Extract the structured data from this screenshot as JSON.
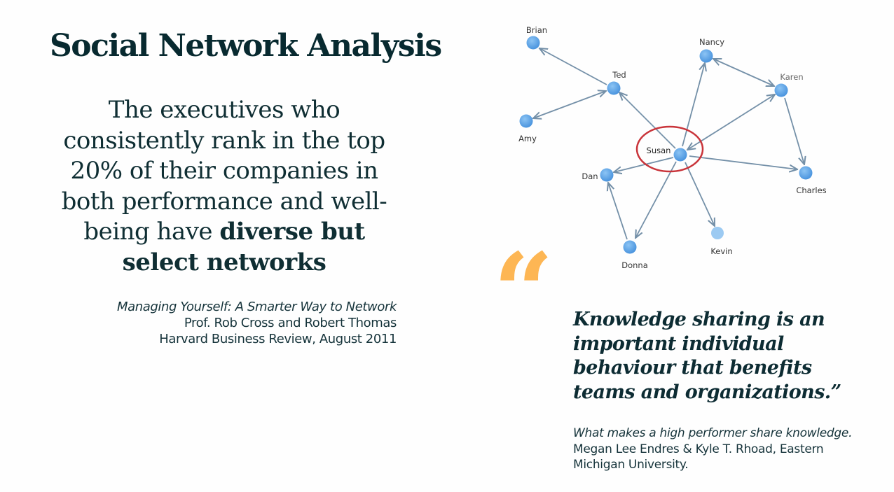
{
  "slide": {
    "title": "Social Network Analysis",
    "background_color": "#fefefe",
    "text_color": "#0f2e33",
    "accent_color": "#fdb654"
  },
  "main_quote": {
    "text_regular": "The executives who consistently rank in the top 20% of their companies in both performance and well-being have ",
    "text_bold": "diverse but select networks"
  },
  "main_citation": {
    "article_title": "Managing Yourself: A Smarter Way to Network",
    "authors": "Prof. Rob Cross and Robert Thomas",
    "publication": "Harvard Business Review, August 2011"
  },
  "network_diagram": {
    "highlight_node": "Susan",
    "highlight_color": "#c9343a",
    "node_color": "#5aa3e6",
    "edge_color": "#7490a8",
    "nodes": [
      {
        "id": "Brian",
        "label": "Brian"
      },
      {
        "id": "Ted",
        "label": "Ted"
      },
      {
        "id": "Amy",
        "label": "Amy"
      },
      {
        "id": "Nancy",
        "label": "Nancy"
      },
      {
        "id": "Karen",
        "label": "Karen"
      },
      {
        "id": "Susan",
        "label": "Susan"
      },
      {
        "id": "Dan",
        "label": "Dan"
      },
      {
        "id": "Charles",
        "label": "Charles"
      },
      {
        "id": "Donna",
        "label": "Donna"
      },
      {
        "id": "Kevin",
        "label": "Kevin"
      }
    ],
    "edges": [
      {
        "from": "Ted",
        "to": "Brian",
        "direction": "forward"
      },
      {
        "from": "Ted",
        "to": "Amy",
        "direction": "both"
      },
      {
        "from": "Susan",
        "to": "Ted",
        "direction": "forward"
      },
      {
        "from": "Susan",
        "to": "Nancy",
        "direction": "forward"
      },
      {
        "from": "Nancy",
        "to": "Karen",
        "direction": "both"
      },
      {
        "from": "Susan",
        "to": "Karen",
        "direction": "both"
      },
      {
        "from": "Karen",
        "to": "Charles",
        "direction": "forward"
      },
      {
        "from": "Susan",
        "to": "Charles",
        "direction": "forward"
      },
      {
        "from": "Susan",
        "to": "Dan",
        "direction": "forward"
      },
      {
        "from": "Susan",
        "to": "Donna",
        "direction": "forward"
      },
      {
        "from": "Donna",
        "to": "Dan",
        "direction": "forward"
      },
      {
        "from": "Susan",
        "to": "Kevin",
        "direction": "forward"
      }
    ]
  },
  "knowledge_quote": {
    "quote_icon": "open-double-quote-icon",
    "text": "Knowledge sharing is an important individual behaviour that benefits teams and organizations.”"
  },
  "knowledge_citation": {
    "article_title": "What makes a high performer share knowledge.",
    "rest": " Megan Lee Endres & Kyle T. Rhoad, Eastern Michigan University."
  }
}
